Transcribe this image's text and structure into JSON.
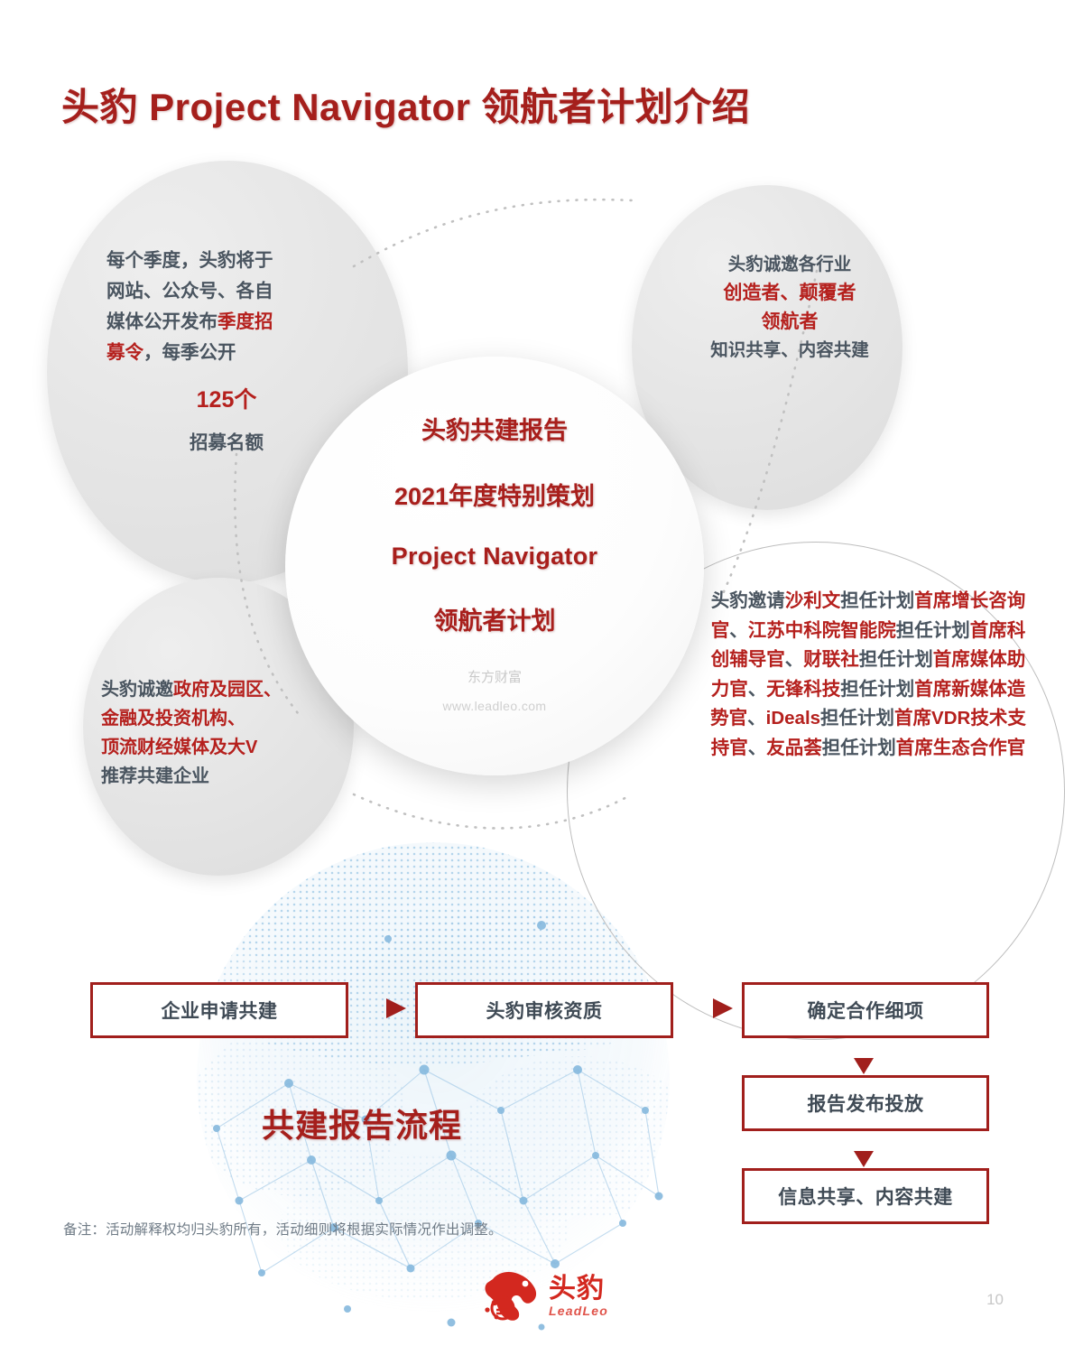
{
  "page": {
    "title": "头豹 Project Navigator 领航者计划介绍",
    "page_number": "10",
    "accent_red": "#a51f1c",
    "text_red": "#b5201d",
    "text_dark": "#4a5560"
  },
  "circles": {
    "top_left": {
      "line1": "每个季度，头豹将于",
      "line2": "网站、公众号、各自",
      "line3_dark": "媒体公开发布",
      "line3_red": "季度招",
      "line4_red": "募令",
      "line4_dark": "，每季公开",
      "highlight": "125个",
      "caption": "招募名额"
    },
    "top_right": {
      "line1": "头豹诚邀各行业",
      "line2": "创造者、颠覆者",
      "line3": "领航者",
      "line4": "知识共享、内容共建"
    },
    "bottom_left": {
      "line1_dark": "头豹诚邀",
      "line1_red": "政府及园区、",
      "line2_red": "金融及投资机构、",
      "line3_red": "顶流财经媒体及大V",
      "line4_dark": "推荐共建企业"
    },
    "right": {
      "segments": [
        {
          "text": "头豹邀请",
          "color": "dark"
        },
        {
          "text": "沙利文",
          "color": "red"
        },
        {
          "text": "担任计划",
          "color": "dark"
        },
        {
          "text": "首席增长咨询官",
          "color": "red"
        },
        {
          "text": "、",
          "color": "dark"
        },
        {
          "text": "江苏中科院智能院",
          "color": "red"
        },
        {
          "text": "担任计划",
          "color": "dark"
        },
        {
          "text": "首席科创辅导官",
          "color": "red"
        },
        {
          "text": "、",
          "color": "dark"
        },
        {
          "text": "财联社",
          "color": "red"
        },
        {
          "text": "担任计划",
          "color": "dark"
        },
        {
          "text": "首席媒体助力官",
          "color": "red"
        },
        {
          "text": "、",
          "color": "dark"
        },
        {
          "text": "无锋科技",
          "color": "red"
        },
        {
          "text": "担任计划",
          "color": "dark"
        },
        {
          "text": "首席新媒体造势官",
          "color": "red"
        },
        {
          "text": "、",
          "color": "dark"
        },
        {
          "text": "iDeals",
          "color": "red"
        },
        {
          "text": "担任计划",
          "color": "dark"
        },
        {
          "text": "首席VDR技术支持官",
          "color": "red"
        },
        {
          "text": "、",
          "color": "dark"
        },
        {
          "text": "友品荟",
          "color": "red"
        },
        {
          "text": "担任计划",
          "color": "dark"
        },
        {
          "text": "首席生态合作官",
          "color": "red"
        }
      ],
      "plain_text": "头豹邀请沙利文担任计划首席增长咨询官、江苏中科院智能院担任计划首席科创辅导官、财联社担任计划首席媒体助力官、无锋科技担任计划首席新媒体造势官、iDeals担任计划首席VDR技术支持官、友品荟担任计划首席生态合作官"
    },
    "center": {
      "line1": "头豹共建报告",
      "line2": "2021年度特别策划",
      "line3": "Project Navigator",
      "line4": "领航者计划",
      "watermark_cn": "东方财富",
      "watermark_url": "www.leadleo.com"
    }
  },
  "flow": {
    "title": "共建报告流程",
    "boxes": [
      {
        "id": "apply",
        "label": "企业申请共建"
      },
      {
        "id": "review",
        "label": "头豹审核资质"
      },
      {
        "id": "confirm",
        "label": "确定合作细项"
      },
      {
        "id": "publish",
        "label": "报告发布投放"
      },
      {
        "id": "share",
        "label": "信息共享、内容共建"
      }
    ]
  },
  "footer": {
    "note": "备注：活动解释权均归头豹所有，活动细则将根据实际情况作出调整。",
    "logo_cn": "头豹",
    "logo_en": "LeadLeo"
  }
}
